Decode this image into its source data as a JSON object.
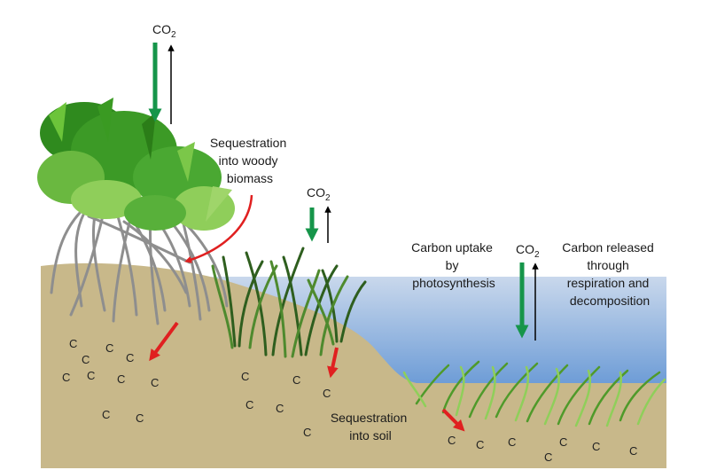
{
  "co2": {
    "main": "CO",
    "sub": "2"
  },
  "labels": {
    "woody": [
      "Sequestration",
      "into woody",
      "biomass"
    ],
    "soil": [
      "Sequestration",
      "into soil"
    ],
    "uptake": [
      "Carbon uptake",
      "by",
      "photosynthesis"
    ],
    "released": [
      "Carbon released",
      "through",
      "respiration and",
      "decomposition"
    ]
  },
  "carbon_symbol": "C",
  "colors": {
    "uptake_arrow": "#16954a",
    "release_arrow": "#000000",
    "sequestration_arrow": "#e02020",
    "soil": "#c8b88a",
    "water_top": "#b9cde6",
    "water_bottom": "#6f9ed6",
    "root": "#8e8e8e",
    "leaf_dark": "#2f8a1e",
    "leaf_light": "#8fce5a"
  }
}
